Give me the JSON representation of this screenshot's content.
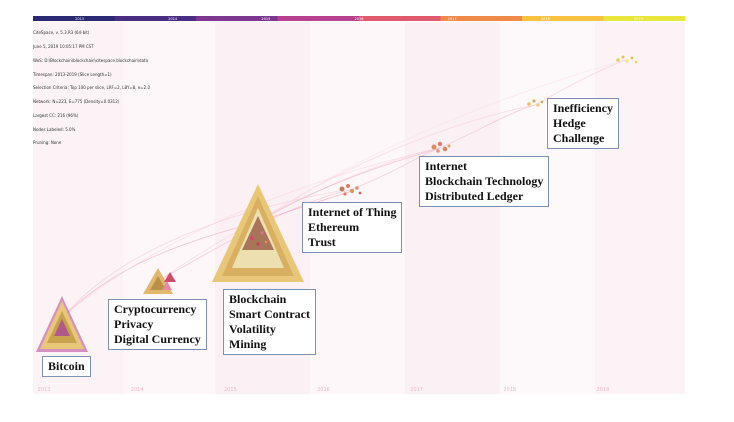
{
  "software_info": [
    "CiteSpace, v. 5.3.R3 (64-bit)",
    "June 5, 2019 10:05:17 PM CST",
    "WoS: D:\\Blockchain\\blockchain\\citespace.blockchain\\data",
    "Timespan: 2013-2019 (Slice Length=1)",
    "Selection Criteria: Top 100 per slice, LRF=2, LBY=8, e=2.0",
    "Network: N=223, E=775 (Density=0.0312)",
    "Largest CC: 216 (96%)",
    "Nodes Labeled: 5.0%",
    "Pruning: None"
  ],
  "timeline_years": [
    "2013",
    "2014",
    "2015",
    "2016",
    "2017",
    "2018",
    "2019"
  ],
  "colors": {
    "timeline": [
      "#2a2a72",
      "#4b2e83",
      "#7e3790",
      "#b8418f",
      "#e05a6f",
      "#f08a4b",
      "#f7c240",
      "#e8e63a"
    ],
    "triangle_outer": "#e8c77a",
    "triangle_inner": "#c9a24d",
    "triangle_core": "#9b6b3a",
    "label_border": "#7d8fb3",
    "band": "#fbeff3"
  },
  "clusters": [
    {
      "id": "bitcoin",
      "labels": [
        "Bitcoin"
      ]
    },
    {
      "id": "crypto",
      "labels": [
        "Cryptocurrency",
        "Privacy",
        "Digital Currency"
      ]
    },
    {
      "id": "blockchain",
      "labels": [
        "Blockchain",
        "Smart Contract",
        "Volatility",
        "Mining"
      ]
    },
    {
      "id": "iot",
      "labels": [
        "Internet of Thing",
        "Ethereum",
        "Trust"
      ]
    },
    {
      "id": "internet",
      "labels": [
        "Internet",
        "Blockchain Technology",
        "Distributed Ledger"
      ]
    },
    {
      "id": "inefficiency",
      "labels": [
        "Inefficiency",
        "Hedge",
        "Challenge"
      ]
    }
  ]
}
